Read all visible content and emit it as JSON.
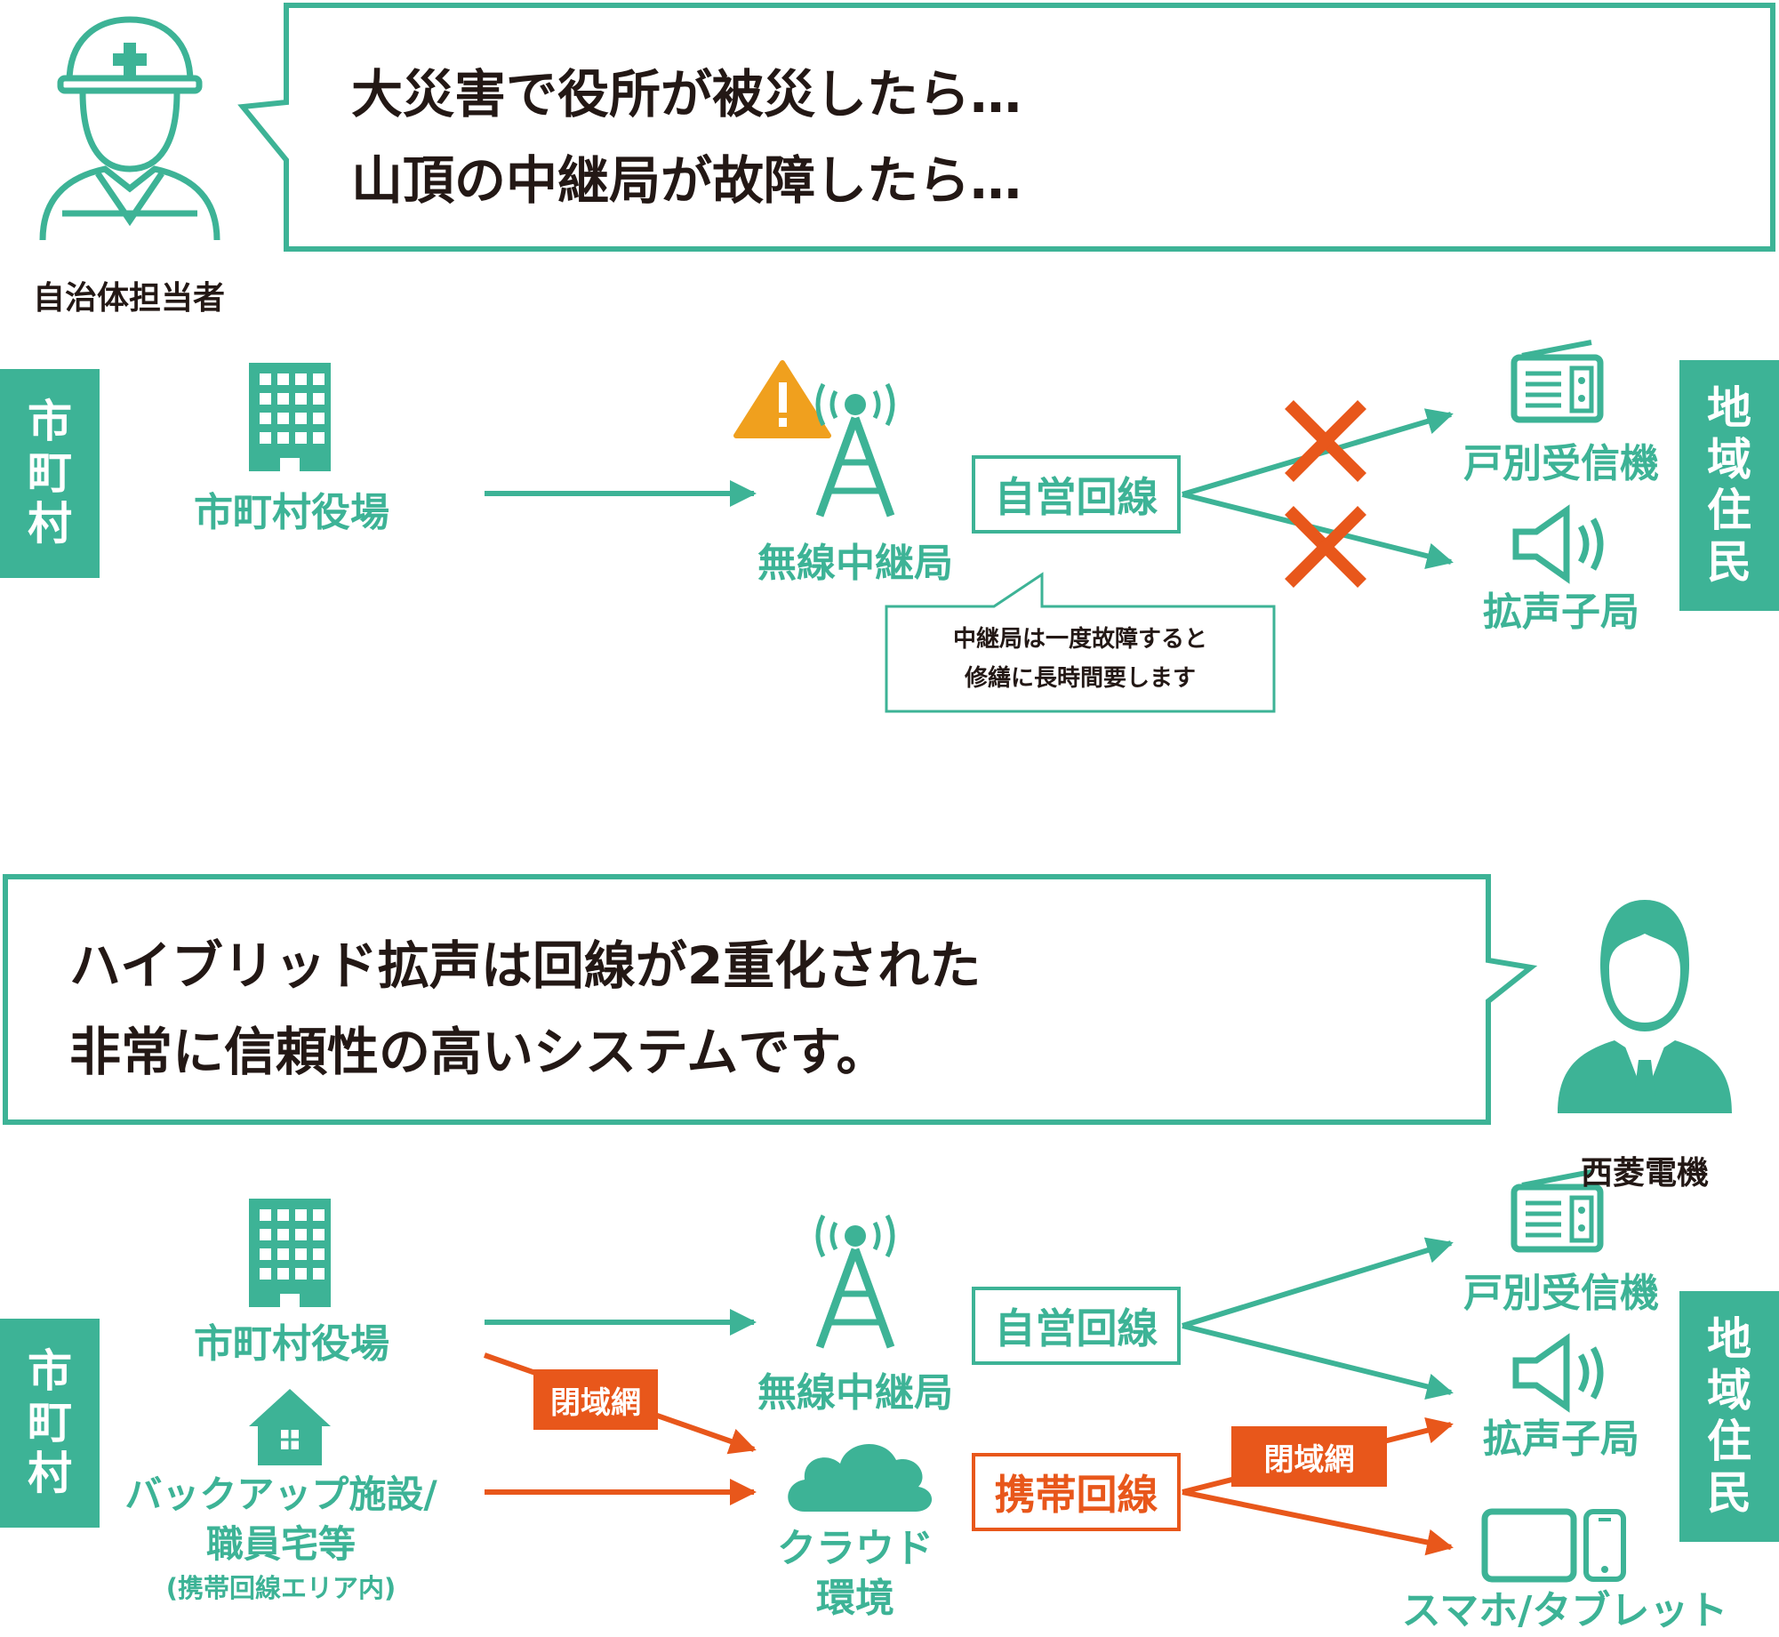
{
  "colors": {
    "accent": "#3db396",
    "warning": "#e8571b",
    "alert": "#f0a01e",
    "text": "#231815"
  },
  "top": {
    "speaker_label": "自治体担当者",
    "speech_line1": "大災害で役所が被災したら…",
    "speech_line2": "山頂の中継局が故障したら…",
    "left_bar": [
      "市",
      "町",
      "村"
    ],
    "right_bar": [
      "地",
      "域",
      "住",
      "民"
    ],
    "city_hall": "市町村役場",
    "relay_station": "無線中継局",
    "own_line": "自営回線",
    "radio_receiver": "戸別受信機",
    "speaker_unit": "拡声子局",
    "note_line1": "中継局は一度故障すると",
    "note_line2": "修繕に長時間要します"
  },
  "bottom": {
    "speech_line1": "ハイブリッド拡声は回線が2重化された",
    "speech_line2": "非常に信頼性の高いシステムです。",
    "speaker_label": "西菱電機",
    "left_bar": [
      "市",
      "町",
      "村"
    ],
    "right_bar": [
      "地",
      "域",
      "住",
      "民"
    ],
    "city_hall": "市町村役場",
    "backup_line1": "バックアップ施設/",
    "backup_line2": "職員宅等",
    "backup_line3": "(携帯回線エリア内)",
    "closed_net_left": "閉域網",
    "relay_station": "無線中継局",
    "cloud_line1": "クラウド",
    "cloud_line2": "環境",
    "own_line": "自営回線",
    "mobile_line": "携帯回線",
    "closed_net_right": "閉域網",
    "radio_receiver": "戸別受信機",
    "speaker_unit": "拡声子局",
    "smartphone_tablet": "スマホ/タブレット"
  }
}
